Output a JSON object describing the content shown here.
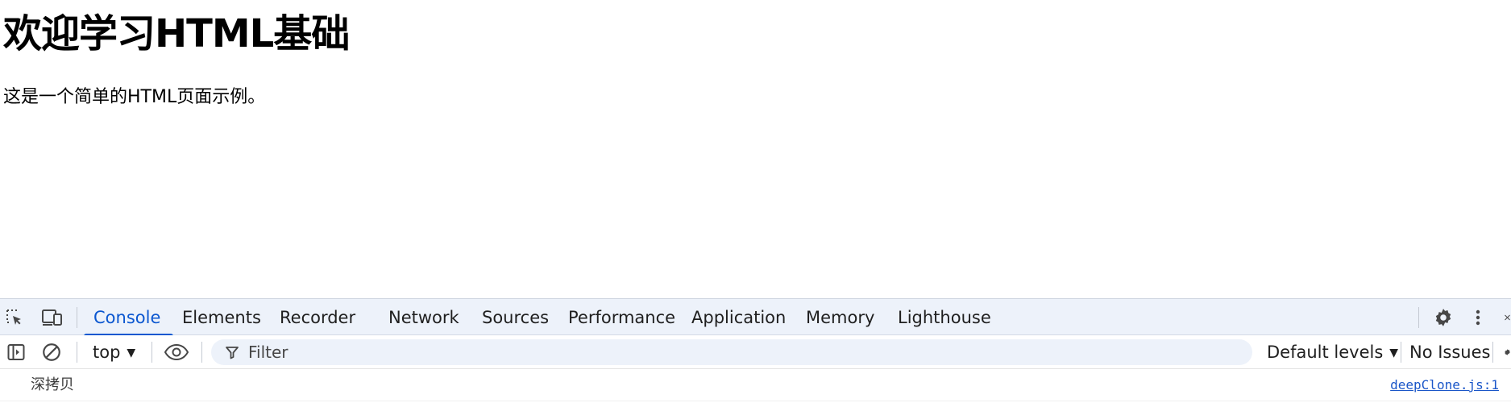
{
  "page": {
    "heading": "欢迎学习HTML基础",
    "paragraph": "这是一个简单的HTML页面示例。"
  },
  "devtools": {
    "tabs": [
      {
        "label": "Console",
        "active": true
      },
      {
        "label": "Elements"
      },
      {
        "label": "Recorder"
      },
      {
        "label": "Network"
      },
      {
        "label": "Sources"
      },
      {
        "label": "Performance"
      },
      {
        "label": "Application"
      },
      {
        "label": "Memory"
      },
      {
        "label": "Lighthouse"
      }
    ],
    "toolbar": {
      "context": "top",
      "filter_placeholder": "Filter",
      "levels": "Default levels",
      "issues": "No Issues"
    },
    "console": {
      "message": "深拷贝",
      "source": "deepClone.js:1"
    },
    "colors": {
      "accent": "#0b57d0",
      "tabbar_bg": "#edf2fa",
      "link": "#1a56c8"
    },
    "icons": [
      "inspect-element-icon",
      "device-toolbar-icon",
      "settings-gear-icon",
      "more-vert-icon",
      "close-icon",
      "sidebar-toggle-icon",
      "clear-console-icon",
      "eye-icon",
      "filter-funnel-icon",
      "chevron-down-icon"
    ]
  }
}
